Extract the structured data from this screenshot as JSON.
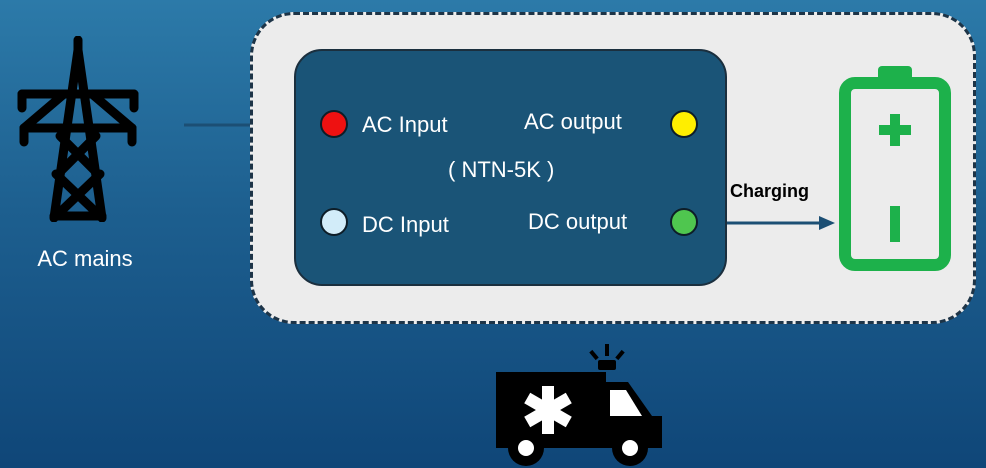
{
  "source": {
    "label": "AC mains",
    "icon": "transmission-tower-icon"
  },
  "device": {
    "model": "( NTN-5K )",
    "indicators": [
      {
        "id": "ac-input",
        "label": "AC Input",
        "color": "#ee1111"
      },
      {
        "id": "ac-output",
        "label": "AC output",
        "color": "#ffee00"
      },
      {
        "id": "dc-input",
        "label": "DC Input",
        "color": "#d2ecf9"
      },
      {
        "id": "dc-output",
        "label": "DC output",
        "color": "#4fc64f"
      }
    ]
  },
  "connection": {
    "charging_label": "Charging"
  },
  "battery": {
    "icon": "battery-icon",
    "color": "#1db14b"
  },
  "vehicle": {
    "icon": "ambulance-icon"
  },
  "colors": {
    "background": "#1d5f8f",
    "enclosure": "#ececec",
    "device": "#1a5477"
  }
}
